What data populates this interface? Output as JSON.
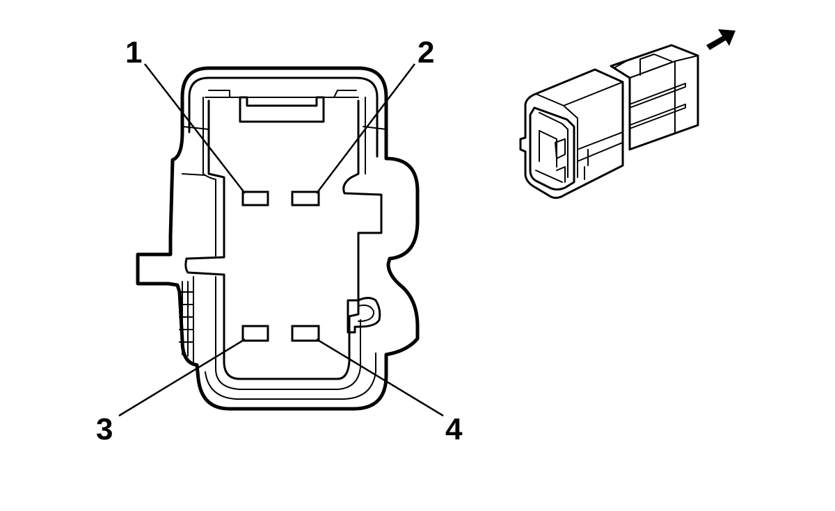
{
  "pins": [
    {
      "label": "1"
    },
    {
      "label": "2"
    },
    {
      "label": "3"
    },
    {
      "label": "4"
    }
  ],
  "direction_arrow": {
    "icon": "arrow-up-right-icon"
  },
  "colors": {
    "line": "#000000",
    "background": "#ffffff"
  }
}
